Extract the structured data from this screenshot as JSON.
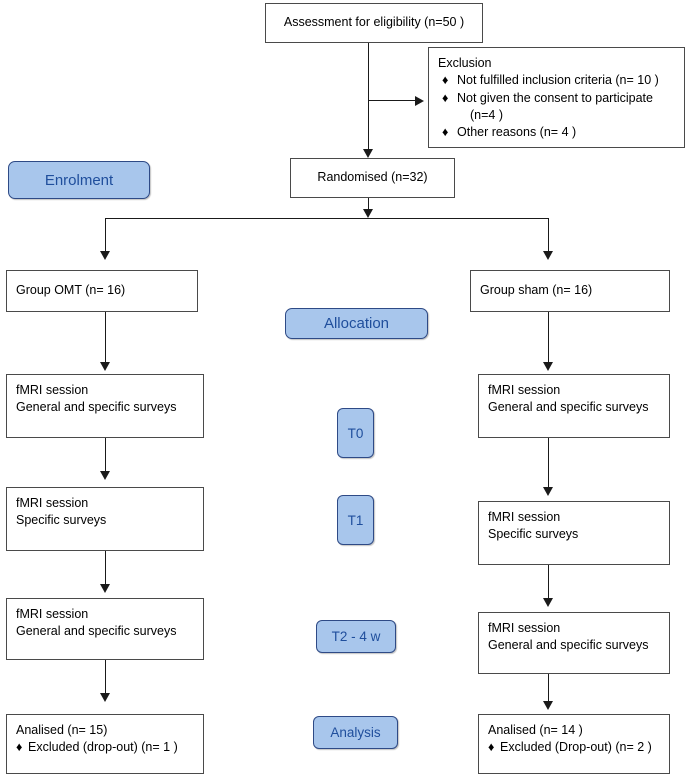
{
  "diagram": {
    "title": "CONSORT participant flow diagram",
    "accent_badge_fill": "#a8c6ec",
    "accent_badge_border": "#2e4a86",
    "accent_badge_text": "#1f4e9c",
    "box_border": "#4a4a4a",
    "bullet_glyph": "♦"
  },
  "enrollment": {
    "assessment": "Assessment for eligibility (n=50 )",
    "randomised": "Randomised (n=32)",
    "stage_label": "Enrolment",
    "exclusion": {
      "title": "Exclusion",
      "items": [
        "Not fulfilled inclusion criteria (n= 10 )",
        "Not given the consent to participate",
        "Other reasons (n= 4 )"
      ],
      "item2_continuation": "(n=4  )"
    }
  },
  "allocation": {
    "stage_label": "Allocation",
    "left_group": "Group OMT (n= 16)",
    "right_group": "Group sham (n= 16)"
  },
  "timepoints": {
    "t0": "T0",
    "t1": "T1",
    "t2": "T2 - 4 w",
    "analysis": "Analysis"
  },
  "left_arm": {
    "sessions": [
      {
        "line1": "fMRI session",
        "line2": "General and specific surveys"
      },
      {
        "line1": "fMRI session",
        "line2": "Specific surveys"
      },
      {
        "line1": "fMRI session",
        "line2": "General and specific surveys"
      }
    ],
    "analysis": {
      "analysed": "Analised  (n=  15)",
      "excluded": "Excluded (drop-out) (n= 1 )"
    }
  },
  "right_arm": {
    "sessions": [
      {
        "line1": "fMRI session",
        "line2": "General and specific surveys"
      },
      {
        "line1": "fMRI session",
        "line2": "Specific surveys"
      },
      {
        "line1": "fMRI session",
        "line2": "General and specific surveys"
      }
    ],
    "analysis": {
      "analysed": "Analised  (n= 14 )",
      "excluded": "Excluded (Drop-out) (n= 2 )"
    }
  }
}
